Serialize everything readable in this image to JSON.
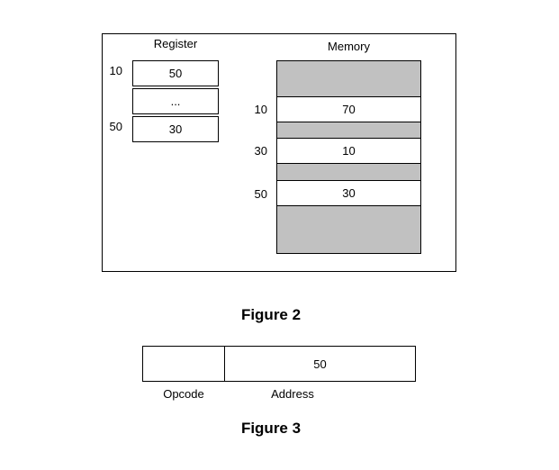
{
  "figure2": {
    "caption": "Figure 2",
    "register": {
      "title": "Register",
      "rows": [
        {
          "label": "10",
          "value": "50"
        },
        {
          "label": "",
          "value": "..."
        },
        {
          "label": "50",
          "value": "30"
        }
      ]
    },
    "memory": {
      "title": "Memory",
      "cells": [
        {
          "type": "unused",
          "label": "",
          "value": ""
        },
        {
          "type": "data",
          "label": "10",
          "value": "70"
        },
        {
          "type": "unused",
          "label": "",
          "value": ""
        },
        {
          "type": "data",
          "label": "30",
          "value": "10"
        },
        {
          "type": "unused",
          "label": "",
          "value": ""
        },
        {
          "type": "data",
          "label": "50",
          "value": "30"
        },
        {
          "type": "unused",
          "label": "",
          "value": ""
        }
      ]
    }
  },
  "figure3": {
    "caption": "Figure 3",
    "instruction": {
      "opcode_value": "",
      "opcode_label": "Opcode",
      "address_value": "50",
      "address_label": "Address"
    }
  },
  "colors": {
    "memory_unused_fill": "#c1c1c1",
    "border": "#000000",
    "background": "#ffffff"
  }
}
